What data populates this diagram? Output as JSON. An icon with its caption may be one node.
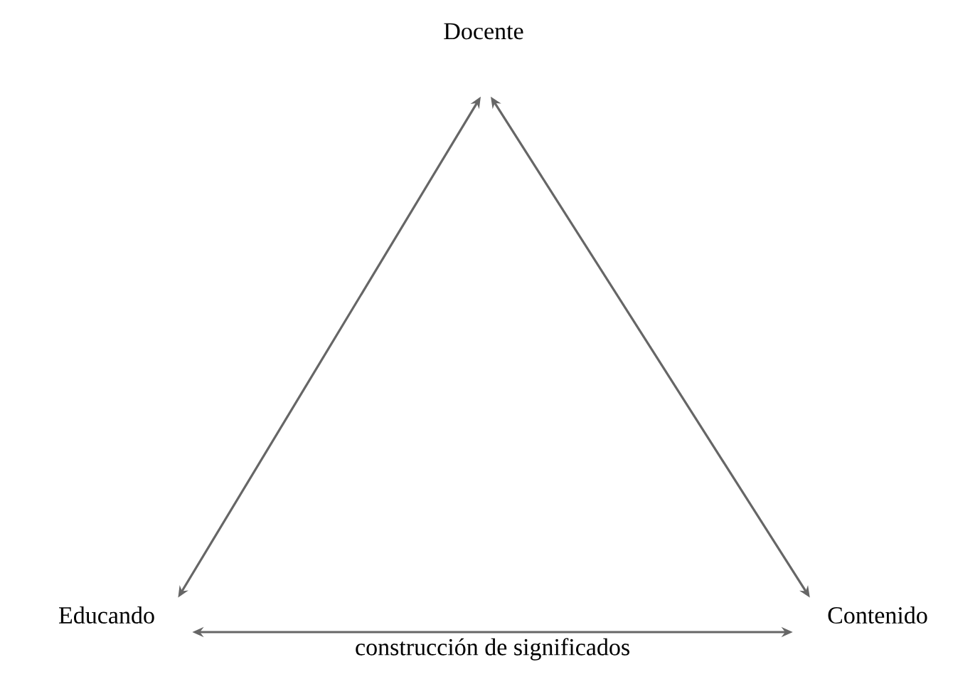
{
  "diagram": {
    "nodes": [
      {
        "text": [
          "Docente"
        ]
      },
      {
        "text": [
          "Educando"
        ]
      },
      {
        "text": [
          "Contenido"
        ]
      }
    ],
    "edges": [
      {
        "from": 0,
        "to": 1,
        "arrow": "both"
      },
      {
        "from": 0,
        "to": 2,
        "arrow": "both"
      },
      {
        "from": 1,
        "to": 2,
        "arrow": "both",
        "label": "construcción de significados"
      }
    ]
  }
}
